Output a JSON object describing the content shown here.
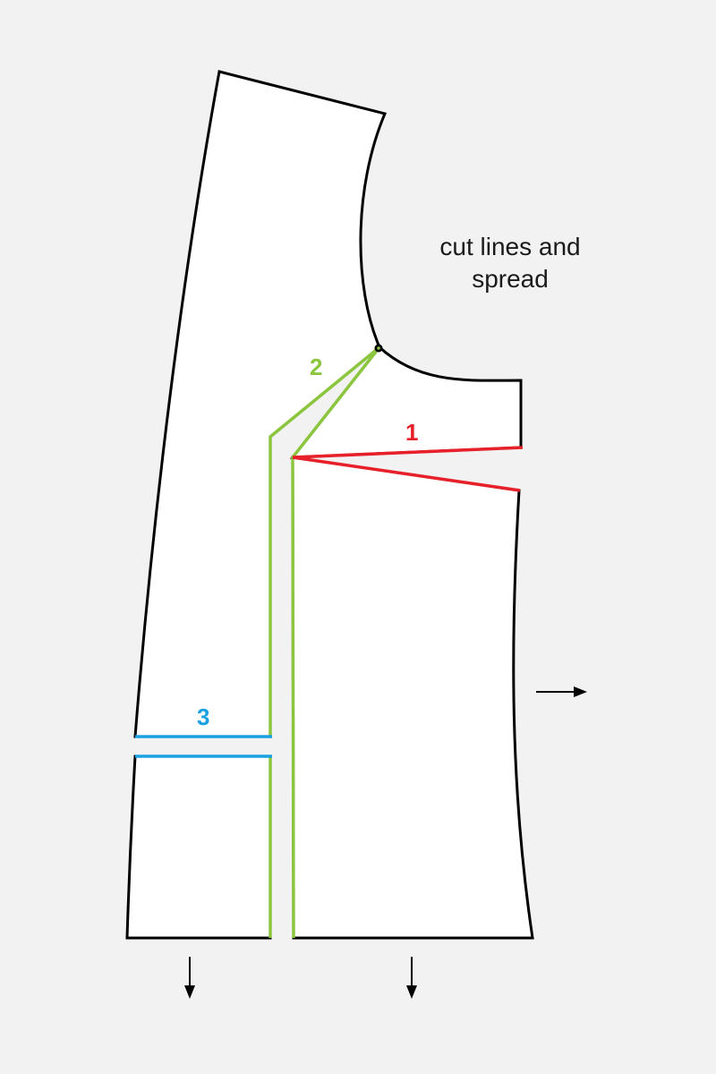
{
  "annotation": {
    "line1": "cut lines and",
    "line2": "spread"
  },
  "cut_lines": [
    {
      "id": "1",
      "label": "1",
      "color": "#e8202a"
    },
    {
      "id": "2",
      "label": "2",
      "color": "#8cc63f"
    },
    {
      "id": "3",
      "label": "3",
      "color": "#1ba1e2"
    }
  ],
  "colors": {
    "background": "#f2f2f2",
    "piece_fill": "#ffffff",
    "outline": "#000000"
  },
  "arrows": [
    {
      "name": "spread-arrow-right",
      "direction": "right"
    },
    {
      "name": "spread-arrow-down-left",
      "direction": "down"
    },
    {
      "name": "spread-arrow-down-center",
      "direction": "down"
    }
  ]
}
